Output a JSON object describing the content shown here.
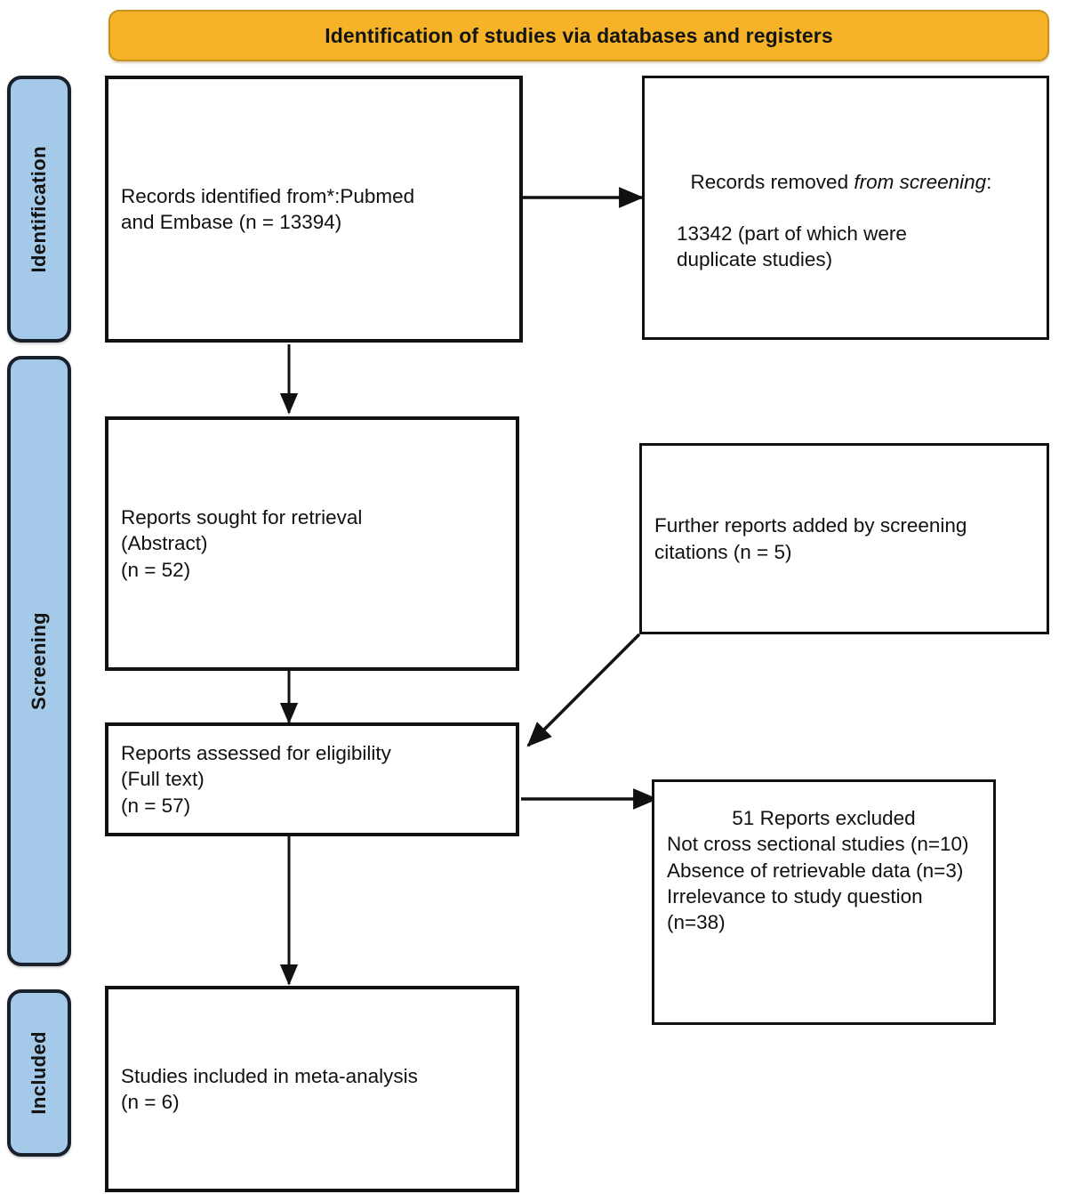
{
  "header": {
    "title": "Identification of studies via databases and registers",
    "banner_color": "#F6B327",
    "banner_border_color": "#C8901C"
  },
  "stages": [
    {
      "id": "identification",
      "label": "Identification"
    },
    {
      "id": "screening",
      "label": "Screening"
    },
    {
      "id": "included",
      "label": "Included"
    }
  ],
  "stage_style": {
    "fill": "#A5C9E9",
    "border": "#18202B"
  },
  "nodes": {
    "records_identified": {
      "lines": [
        "Records identified from*:Pubmed",
        "and Embase (n = 13394)"
      ]
    },
    "records_removed": {
      "line1_prefix": "Records removed ",
      "line1_italic": "from screening",
      "line1_suffix": ":",
      "line2": "13342 (part of which were",
      "line3": "duplicate studies)"
    },
    "reports_sought": {
      "lines": [
        "Reports sought for retrieval",
        "(Abstract)",
        "(n = 52)"
      ]
    },
    "further_reports": {
      "lines": [
        "Further reports added by screening",
        "citations (n = 5)"
      ]
    },
    "reports_assessed": {
      "lines": [
        "Reports assessed for eligibility",
        "(Full text)",
        "(n = 57)"
      ]
    },
    "reports_excluded": {
      "heading": "51 Reports excluded",
      "lines": [
        "Not cross sectional studies (n=10)",
        "Absence of retrievable data (n=3)",
        "Irrelevance to study question",
        "(n=38)"
      ]
    },
    "studies_included": {
      "lines": [
        "Studies included in meta-analysis",
        "(n = 6)"
      ]
    }
  },
  "flow_counts": {
    "identified": 13394,
    "removed": 13342,
    "sought_for_retrieval": 52,
    "added_by_citation_screening": 5,
    "assessed_for_eligibility": 57,
    "excluded_total": 51,
    "excluded_not_cross_sectional": 10,
    "excluded_no_retrievable_data": 3,
    "excluded_irrelevant": 38,
    "included_in_meta_analysis": 6
  }
}
